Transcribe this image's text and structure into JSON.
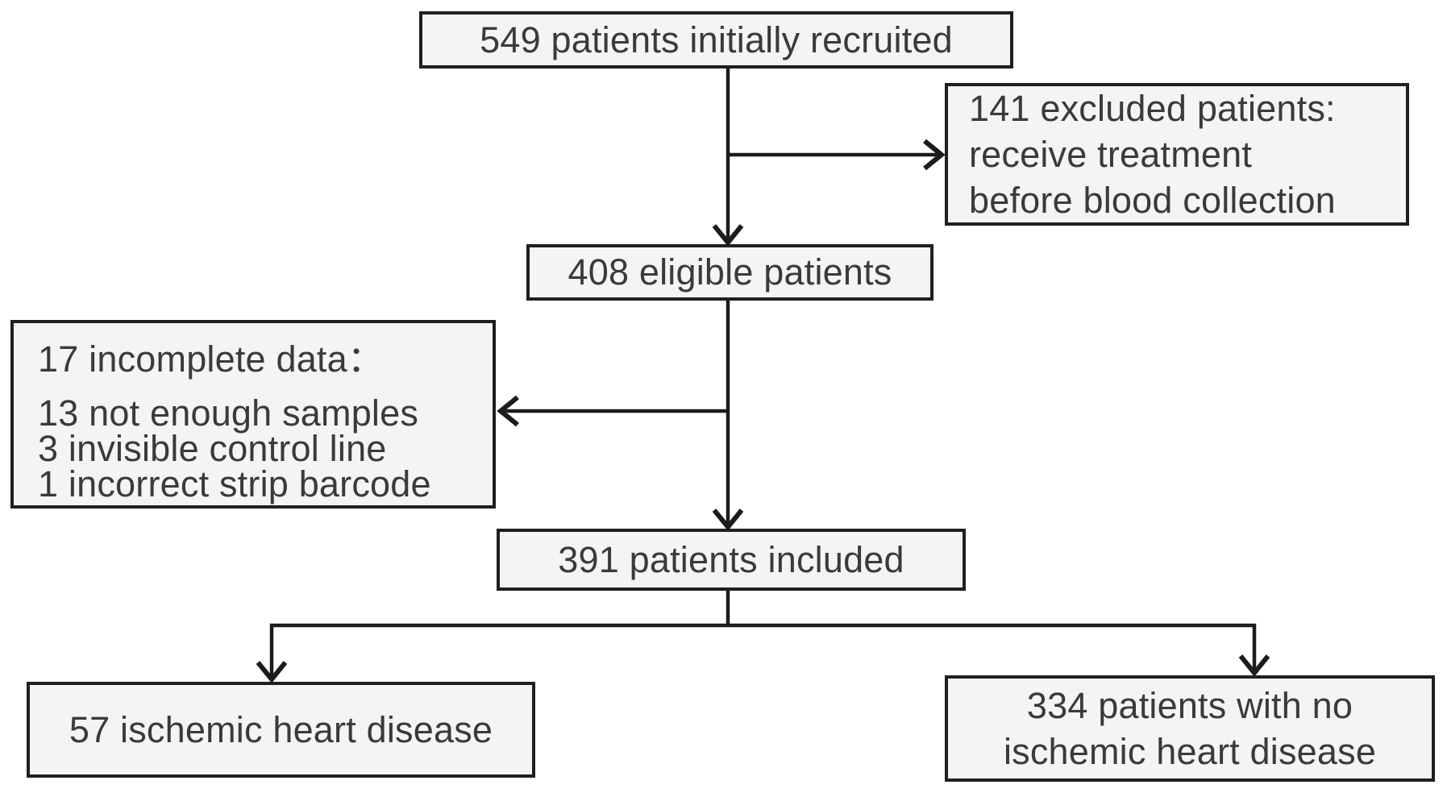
{
  "diagram": {
    "type": "flowchart",
    "description": "Patient recruitment and inclusion flow diagram",
    "nodes": {
      "recruited": {
        "label": "549 patients initially recruited",
        "count": "549"
      },
      "excluded": {
        "lines": [
          "141 excluded patients:",
          "receive treatment",
          "before blood collection"
        ],
        "count": "141"
      },
      "eligible": {
        "label": "408 eligible patients",
        "count": "408"
      },
      "incomplete": {
        "lines": [
          "17 incomplete data：",
          "13 not enough samples",
          "3 invisible control line",
          "1 incorrect strip barcode"
        ],
        "count": "17"
      },
      "included": {
        "label": "391 patients included",
        "count": "391"
      },
      "ischemic": {
        "label": "57 ischemic heart disease",
        "count": "57"
      },
      "no_ischemic": {
        "lines": [
          "334 patients with no",
          "ischemic heart disease"
        ],
        "count": "334"
      }
    },
    "colors": {
      "background": "#ffffff",
      "box_fill": "#f4f4f3",
      "box_border": "#1f1f1f",
      "text": "#3a3a3a",
      "line": "#1c1c1c"
    }
  }
}
